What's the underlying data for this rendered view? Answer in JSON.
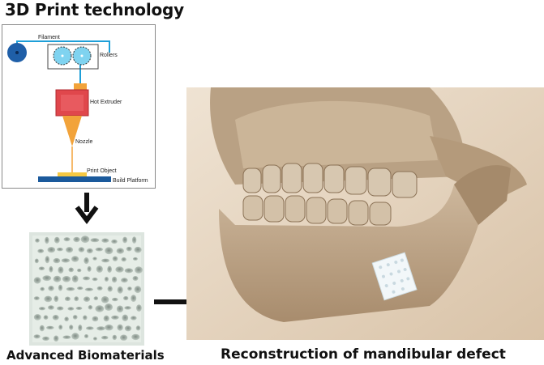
{
  "title": "3D Print technology",
  "diagram": {
    "filament": "Filament",
    "rollers": "Rollers",
    "hot_extruder": "Hot Extruder",
    "nozzle": "Nozzle",
    "print_object": "Print Object",
    "build_platform": "Build Platform"
  },
  "captions": {
    "biomaterials": "Advanced Biomaterials",
    "reconstruction": "Reconstruction of mandibular defect"
  },
  "colors": {
    "spool": "#1f5fa8",
    "roller": "#7fd3f0",
    "extruder": "#e0474c",
    "nozzle": "#f2a33a",
    "platform": "#1b5a9c",
    "print_object": "#f5c842",
    "filament_line": "#1e9fd8"
  }
}
